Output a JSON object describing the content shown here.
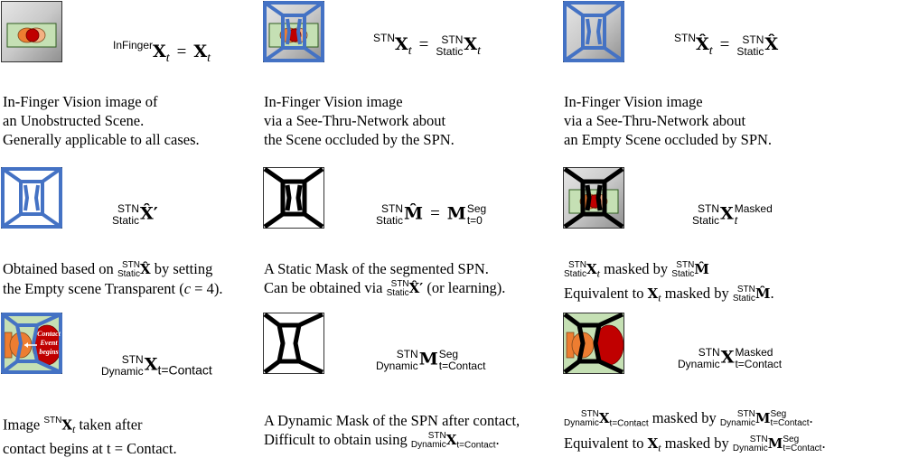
{
  "glyphs": {
    "X": "X",
    "Xhat": "X̂",
    "Xhatp": "X̂′",
    "Mhat": "M̂",
    "M": "M",
    "t": "t",
    "eq": "="
  },
  "sup": {
    "infinger": "InFinger",
    "stn": "STN",
    "masked": "Masked",
    "seg": "Seg"
  },
  "sub": {
    "static": "Static",
    "dynamic": "Dynamic",
    "t0": "t=0",
    "tc": "t=Contact"
  },
  "colors": {
    "frame_blue": "#4472c4",
    "mask_black": "#000000",
    "scene_green": "#c5e0b4",
    "red": "#c00000",
    "orange": "#ed7d31"
  },
  "row1": {
    "c1": {
      "icon": "unobstructed-scene-thumbnail",
      "lines": [
        "In-Finger Vision image of",
        "an Unobstructed Scene.",
        "Generally applicable to all cases."
      ]
    },
    "c2": {
      "icon": "stn-scene-occluded-thumbnail",
      "lines": [
        "In-Finger Vision image",
        "via a See-Thru-Network about",
        "the Scene occluded by the SPN."
      ]
    },
    "c3": {
      "icon": "stn-empty-scene-thumbnail",
      "lines": [
        "In-Finger Vision image",
        "via a See-Thru-Network about",
        "an Empty Scene occluded by SPN."
      ]
    }
  },
  "row2": {
    "c1": {
      "icon": "transparent-spn-thumbnail",
      "l1a": "Obtained based on",
      "l1b": "by setting",
      "l2a": "the Empty scene Transparent (",
      "cvar": "c",
      "cval": "= 4).",
      "cval_formatted": "c = 4"
    },
    "c2": {
      "icon": "static-mask-thumbnail",
      "l1": "A Static Mask of the segmented SPN.",
      "l2a": "Can be obtained via",
      "l2b": "(or learning)."
    },
    "c3": {
      "icon": "static-masked-scene-thumbnail",
      "l1b": "masked by",
      "l2a": "Equivalent to",
      "l2b": "masked by",
      "l2c": "."
    }
  },
  "row3": {
    "c1": {
      "icon": "contact-scene-thumbnail",
      "callout": [
        "Contact",
        "Event",
        "begins"
      ],
      "l1a": "Image",
      "l1b": "taken after",
      "l2": "contact begins at t = Contact.",
      "l2_plain": "contact begins at t = Contact."
    },
    "c2": {
      "icon": "dynamic-mask-thumbnail",
      "l1": "A Dynamic Mask of the SPN after contact,",
      "l2a": "Difficult to obtain using",
      "l2b": "."
    },
    "c3": {
      "icon": "dynamic-masked-scene-thumbnail",
      "l1b": "masked by",
      "l1c": ".",
      "l2a": "Equivalent to",
      "l2b": "masked by",
      "l2c": "."
    }
  }
}
